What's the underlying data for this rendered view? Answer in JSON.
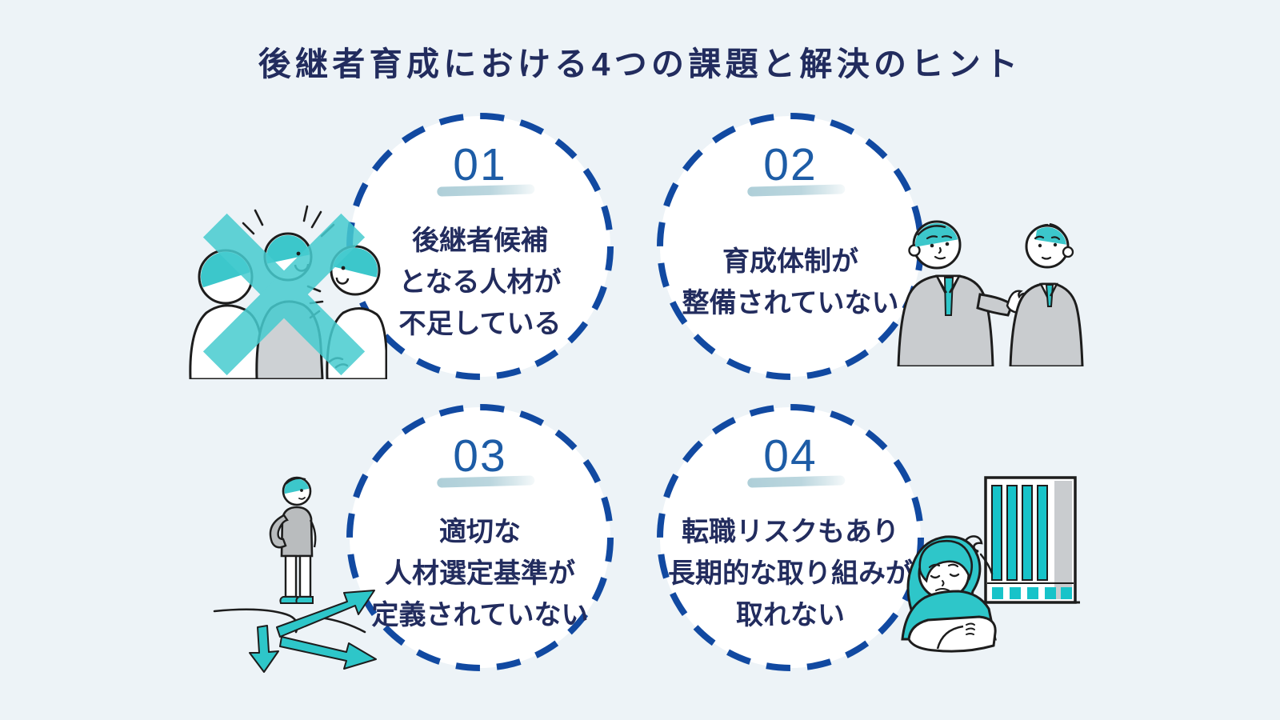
{
  "title": "後継者育成における4つの課題と解決のヒント",
  "cards": [
    {
      "number": "01",
      "lines": [
        "後継者候補",
        "となる人材が",
        "不足している"
      ]
    },
    {
      "number": "02",
      "lines": [
        "育成体制が",
        "整備されていない"
      ]
    },
    {
      "number": "03",
      "lines": [
        "適切な",
        "人材選定基準が",
        "定義されていない"
      ]
    },
    {
      "number": "04",
      "lines": [
        "転職リスクもあり",
        "長期的な取り組みが",
        "取れない"
      ]
    }
  ],
  "illustrations": [
    {
      "name": "people-talking-crossed-out",
      "meaning": "three people chatting covered by a large teal X mark"
    },
    {
      "name": "two-businessmen-talking",
      "meaning": "manager gesturing while talking with younger employee"
    },
    {
      "name": "person-at-crossroads",
      "meaning": "person standing before branching teal arrows"
    },
    {
      "name": "worried-person-and-office-building",
      "meaning": "troubled employee resting arms beside an office building"
    }
  ],
  "colors": {
    "background": "#edf3f7",
    "circle_fill": "#ffffff",
    "circle_dash": "#1149a1",
    "number_blue": "#1d5ca6",
    "text_navy": "#222c5e",
    "accent_teal": "#2ec6c9",
    "brush_underline": "#aaccd6",
    "suit_gray": "#c9cccf"
  }
}
